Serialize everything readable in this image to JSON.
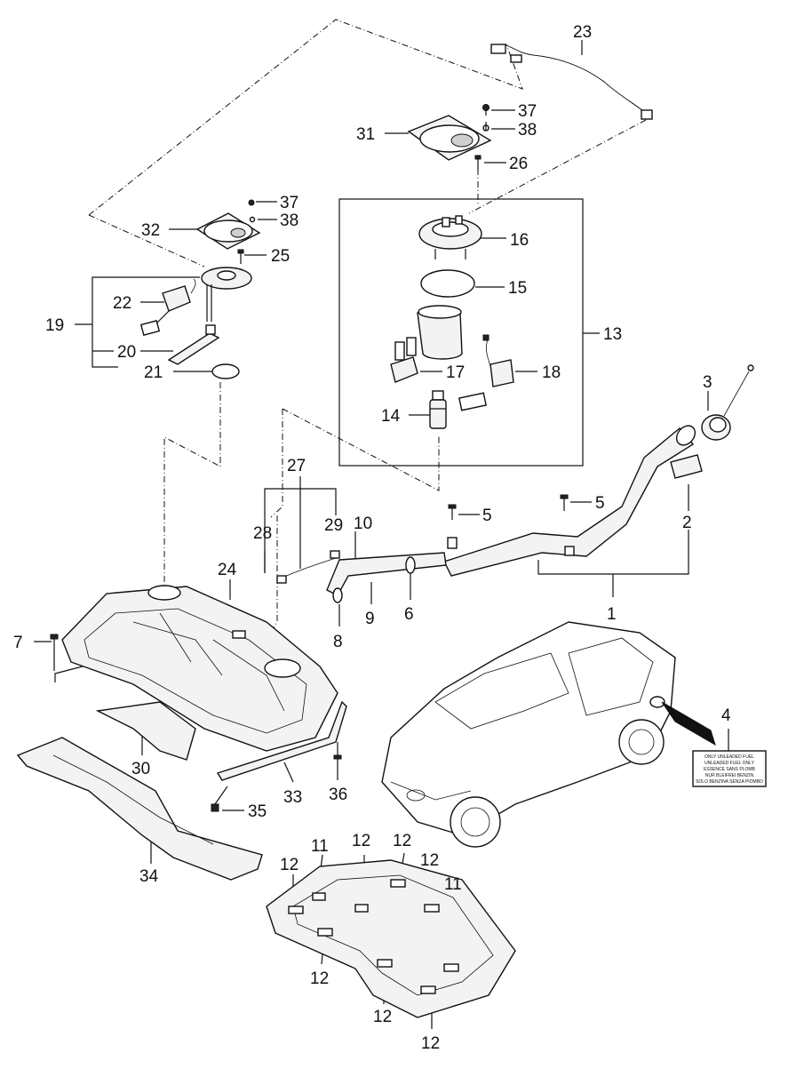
{
  "diagram": {
    "callouts": [
      {
        "id": "c23",
        "text": "23"
      },
      {
        "id": "c37a",
        "text": "37"
      },
      {
        "id": "c38a",
        "text": "38"
      },
      {
        "id": "c31",
        "text": "31"
      },
      {
        "id": "c26",
        "text": "26"
      },
      {
        "id": "c37b",
        "text": "37"
      },
      {
        "id": "c38b",
        "text": "38"
      },
      {
        "id": "c32",
        "text": "32"
      },
      {
        "id": "c25",
        "text": "25"
      },
      {
        "id": "c16",
        "text": "16"
      },
      {
        "id": "c15",
        "text": "15"
      },
      {
        "id": "c13",
        "text": "13"
      },
      {
        "id": "c22",
        "text": "22"
      },
      {
        "id": "c19",
        "text": "19"
      },
      {
        "id": "c20",
        "text": "20"
      },
      {
        "id": "c21",
        "text": "21"
      },
      {
        "id": "c17",
        "text": "17"
      },
      {
        "id": "c18",
        "text": "18"
      },
      {
        "id": "c14",
        "text": "14"
      },
      {
        "id": "c3",
        "text": "3"
      },
      {
        "id": "c27",
        "text": "27"
      },
      {
        "id": "c5a",
        "text": "5"
      },
      {
        "id": "c5b",
        "text": "5"
      },
      {
        "id": "c2",
        "text": "2"
      },
      {
        "id": "c28",
        "text": "28"
      },
      {
        "id": "c29",
        "text": "29"
      },
      {
        "id": "c10",
        "text": "10"
      },
      {
        "id": "c24",
        "text": "24"
      },
      {
        "id": "c6",
        "text": "6"
      },
      {
        "id": "c9",
        "text": "9"
      },
      {
        "id": "c1",
        "text": "1"
      },
      {
        "id": "c7",
        "text": "7"
      },
      {
        "id": "c8",
        "text": "8"
      },
      {
        "id": "c4",
        "text": "4"
      },
      {
        "id": "c30",
        "text": "30"
      },
      {
        "id": "c33",
        "text": "33"
      },
      {
        "id": "c36",
        "text": "36"
      },
      {
        "id": "c35",
        "text": "35"
      },
      {
        "id": "c34",
        "text": "34"
      },
      {
        "id": "c11a",
        "text": "11"
      },
      {
        "id": "c12a",
        "text": "12"
      },
      {
        "id": "c12b",
        "text": "12"
      },
      {
        "id": "c12c",
        "text": "12"
      },
      {
        "id": "c12d",
        "text": "12"
      },
      {
        "id": "c11b",
        "text": "11"
      },
      {
        "id": "c12e",
        "text": "12"
      },
      {
        "id": "c12f",
        "text": "12"
      },
      {
        "id": "c12g",
        "text": "12"
      }
    ],
    "fuel_label": {
      "lines": [
        "ONLY UNLEADED FUEL",
        "UNLEADED FUEL ONLY",
        "ESSENCE SANS PLOMB",
        "NUR BLEIFREI BENZIN",
        "SOLO BENZINA SENZA PIOMBO"
      ]
    }
  }
}
